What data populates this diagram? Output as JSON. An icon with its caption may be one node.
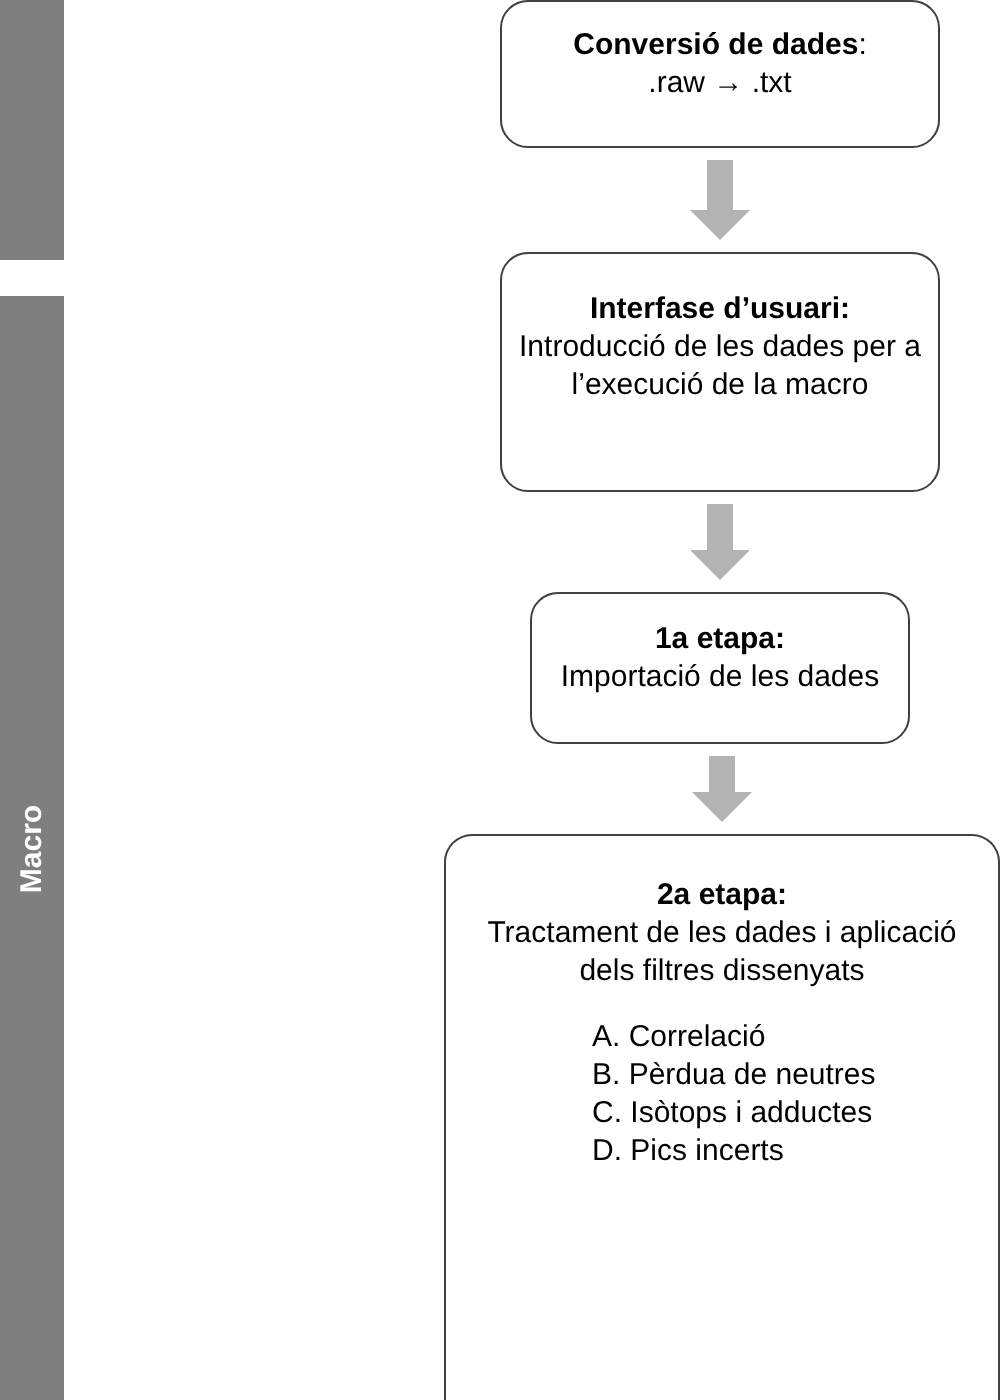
{
  "diagram": {
    "nodes": [
      {
        "text": [],
        "shape": "bar"
      },
      {
        "text": [
          "Macro"
        ]
      },
      {
        "text": [
          "**Conversió de dades**:",
          ".raw → .txt"
        ]
      },
      {
        "text": [
          "Interfase d’usuari:",
          "Introducció de les dades per a l’execució de la macro"
        ]
      },
      {
        "text": [
          "1a etapa:",
          "Importació de les dades"
        ]
      },
      {
        "text": [
          "2a etapa:",
          "Tractament de les dades i aplicació dels filtres dissenyats",
          "A. Correlació",
          "B. Pèrdua de neutres",
          "C. Isòtops i adductes",
          "D. Pics incerts"
        ]
      }
    ],
    "edges": [
      {
        "from": 2,
        "to": 3,
        "arrow": "to"
      },
      {
        "from": 3,
        "to": 4,
        "arrow": "to"
      },
      {
        "from": 4,
        "to": 5,
        "arrow": "to"
      }
    ]
  }
}
